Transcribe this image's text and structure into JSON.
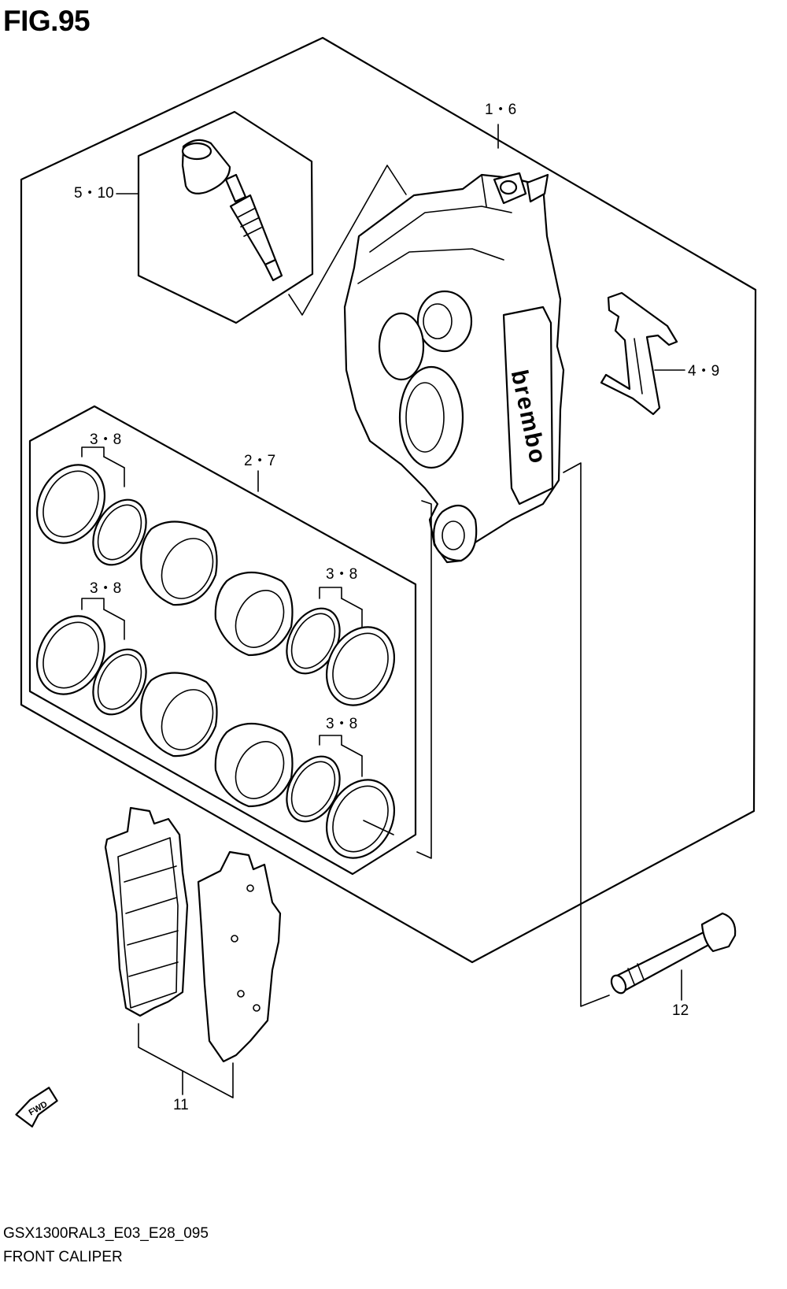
{
  "figure": {
    "title": "FIG.95",
    "code": "GSX1300RAL3_E03_E28_095",
    "caption": "FRONT CALIPER"
  },
  "callouts": {
    "caliper_assy": "1・6",
    "bleeder_set": "5・10",
    "pad_spring": "4・9",
    "piston_set": "2・7",
    "seal_set_a": "3・8",
    "seal_set_b": "3・8",
    "seal_set_c": "3・8",
    "seal_set_d": "3・8",
    "pad_set": "11",
    "mounting_bolt": "12"
  },
  "logos": {
    "caliper_brand": "brembo",
    "direction_arrow": "FWD"
  }
}
